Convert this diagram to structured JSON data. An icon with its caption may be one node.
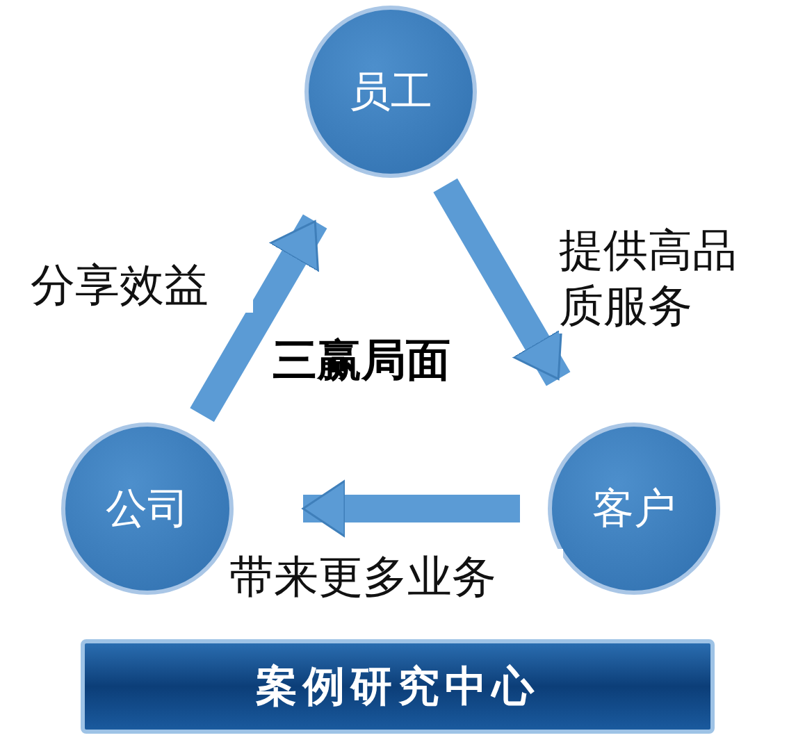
{
  "diagram": {
    "nodes": [
      {
        "text": [
          "员工"
        ]
      },
      {
        "text": [
          "客户"
        ]
      },
      {
        "text": [
          "公司"
        ]
      }
    ],
    "edges": [
      {
        "from": 0,
        "to": 1,
        "arrow": "to",
        "label": "提供高品质服务"
      },
      {
        "from": 1,
        "to": 2,
        "arrow": "to",
        "label": "带来更多业务"
      },
      {
        "from": 2,
        "to": 0,
        "arrow": "to",
        "label": "分享效益"
      }
    ],
    "labels": [
      "三赢局面",
      "案例研究中心"
    ]
  }
}
